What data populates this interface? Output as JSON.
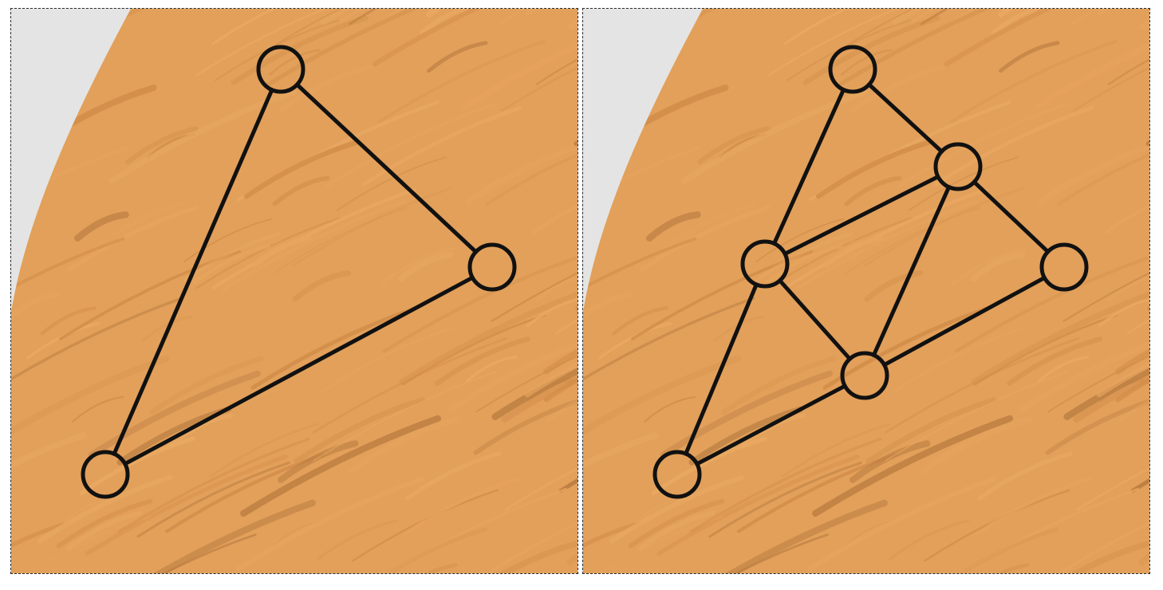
{
  "colors": {
    "wood_light": "#e7a45e",
    "wood_mid": "#d8944f",
    "wood_dark": "#b87a3f",
    "backdrop": "#e4e4e4",
    "line": "#111111"
  },
  "panels": [
    {
      "name": "original-triangle",
      "nodes": [
        "top",
        "right",
        "bottom-left"
      ],
      "edges": [
        [
          "top",
          "right"
        ],
        [
          "top",
          "bottom-left"
        ],
        [
          "right",
          "bottom-left"
        ]
      ]
    },
    {
      "name": "subdivided-triangle",
      "nodes": [
        "top",
        "right",
        "bottom-left",
        "mid-top-right",
        "mid-top-left",
        "mid-bottom"
      ],
      "edges": [
        [
          "top",
          "mid-top-right"
        ],
        [
          "mid-top-right",
          "right"
        ],
        [
          "top",
          "mid-top-left"
        ],
        [
          "mid-top-left",
          "bottom-left"
        ],
        [
          "right",
          "mid-bottom"
        ],
        [
          "mid-bottom",
          "bottom-left"
        ],
        [
          "mid-top-left",
          "mid-top-right"
        ],
        [
          "mid-top-right",
          "mid-bottom"
        ],
        [
          "mid-bottom",
          "mid-top-left"
        ]
      ]
    }
  ]
}
